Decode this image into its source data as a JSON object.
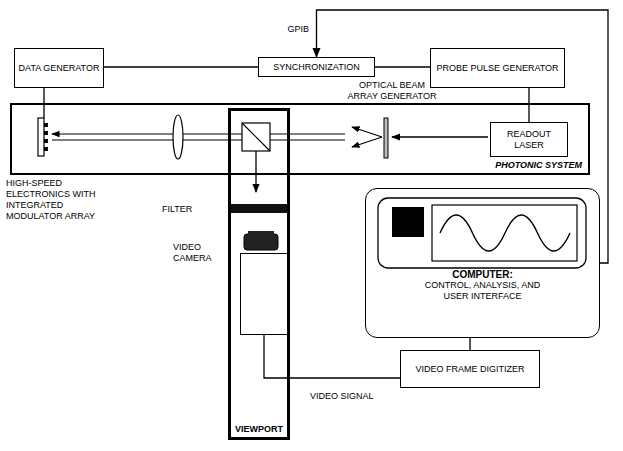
{
  "diagram": {
    "nodes": [
      {
        "text": [
          "DATA GENERATOR"
        ]
      },
      {
        "text": [
          "SYNCHRONIZATION"
        ]
      },
      {
        "text": [
          "PROBE PULSE GENERATOR"
        ]
      },
      {
        "text": [
          "PHOTONIC SYSTEM"
        ]
      },
      {
        "text": [
          "READOUT LASER"
        ],
        "in": 3
      },
      {
        "text": [
          "VIEWPORT"
        ]
      },
      {
        "text": [
          "VIDEO CAMERA"
        ],
        "in": 5
      },
      {
        "text": [
          "COMPUTER:",
          "CONTROL, ANALYSIS, AND USER INTERFACE"
        ]
      },
      {
        "text": [
          "VIDEO FRAME DIGITIZER"
        ]
      }
    ],
    "edges": [
      {
        "from": 7,
        "to": 1,
        "arrow": "to",
        "label": "GPIB"
      },
      {
        "from": 0,
        "to": 1,
        "arrow": "none"
      },
      {
        "from": 1,
        "to": 2,
        "arrow": "none"
      },
      {
        "from": 2,
        "to": 4,
        "arrow": "none"
      },
      {
        "from": 7,
        "to": 8,
        "arrow": "none"
      },
      {
        "from": 6,
        "to": 8,
        "arrow": "none",
        "label": "VIDEO SIGNAL"
      }
    ],
    "labels": [
      "OPTICAL BEAM ARRAY GENERATOR",
      "HIGH-SPEED ELECTRONICS WITH INTEGRATED MODULATOR ARRAY",
      "FILTER"
    ]
  }
}
